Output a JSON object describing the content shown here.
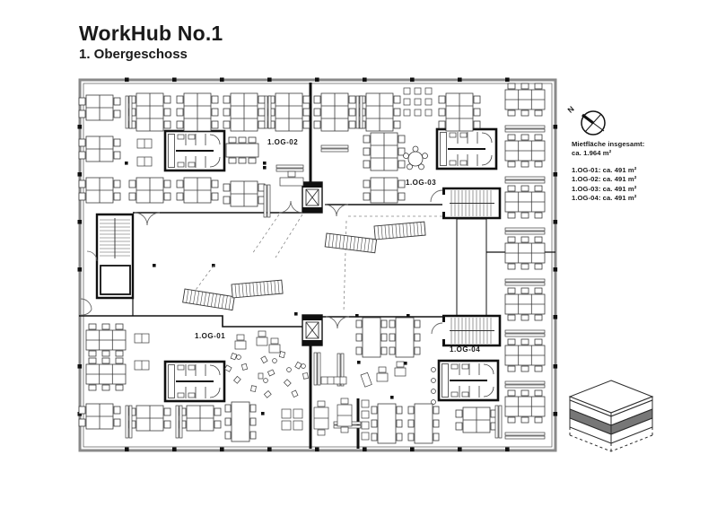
{
  "title": "WorkHub No.1",
  "subtitle": "1. Obergeschoss",
  "zone_labels": {
    "og01": "1.OG-01",
    "og02": "1.OG-02",
    "og03": "1.OG-03",
    "og04": "1.OG-04"
  },
  "legend": {
    "total_label": "Mietfläche insgesamt:",
    "total_value": "ca. 1.964 m²",
    "units": [
      "1.OG-01: ca. 491 m²",
      "1.OG-02: ca. 491 m²",
      "1.OG-03: ca. 491 m²",
      "1.OG-04: ca. 491 m²"
    ]
  },
  "compass": {
    "north_label": "N"
  },
  "icons": {
    "compass": "north-arrow-icon",
    "level_indicator": "building-storey-cube-icon"
  },
  "colors": {
    "line": "#1a1a1a",
    "wall_gray": "#8a8a8a",
    "highlight_storey": "#777777"
  }
}
